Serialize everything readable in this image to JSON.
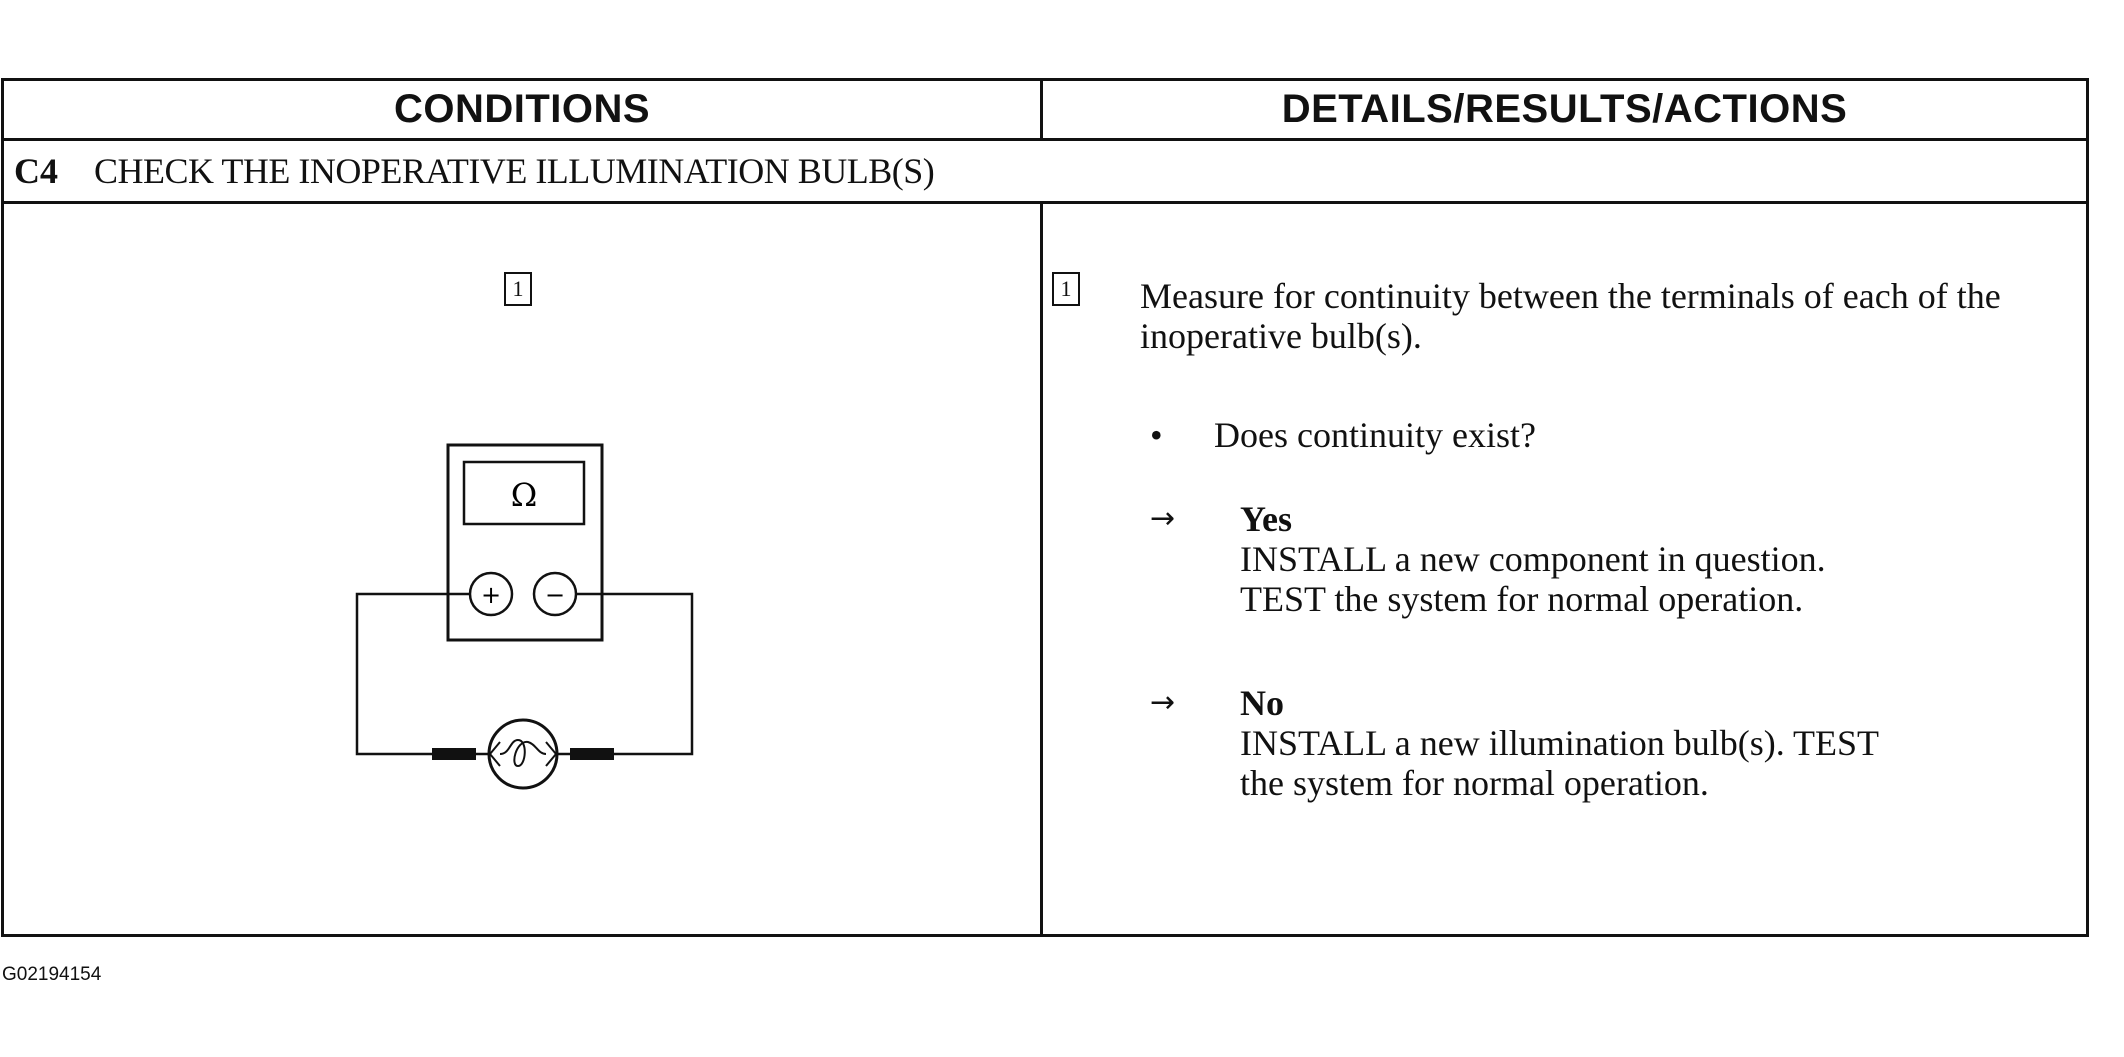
{
  "header": {
    "conditions": "CONDITIONS",
    "details": "DETAILS/RESULTS/ACTIONS"
  },
  "step": {
    "code": "C4",
    "title": "CHECK THE INOPERATIVE ILLUMINATION BULB(S)"
  },
  "left": {
    "step_box": "1",
    "diagram": {
      "meter_symbol": "Ω",
      "plus": "+",
      "minus": "−"
    }
  },
  "right": {
    "step_box": "1",
    "instruction": "Measure for continuity between the terminals of each of the inoperative bulb(s).",
    "bullet": "Does continuity exist?",
    "arrow_symbol": "→",
    "yes": {
      "label": "Yes",
      "line1": "INSTALL a new component in question.",
      "line2": "TEST the system for normal operation."
    },
    "no": {
      "label": "No",
      "line1": "INSTALL a new illumination bulb(s). TEST",
      "line2": "the system for normal operation."
    }
  },
  "footer": {
    "code": "G02194154"
  }
}
